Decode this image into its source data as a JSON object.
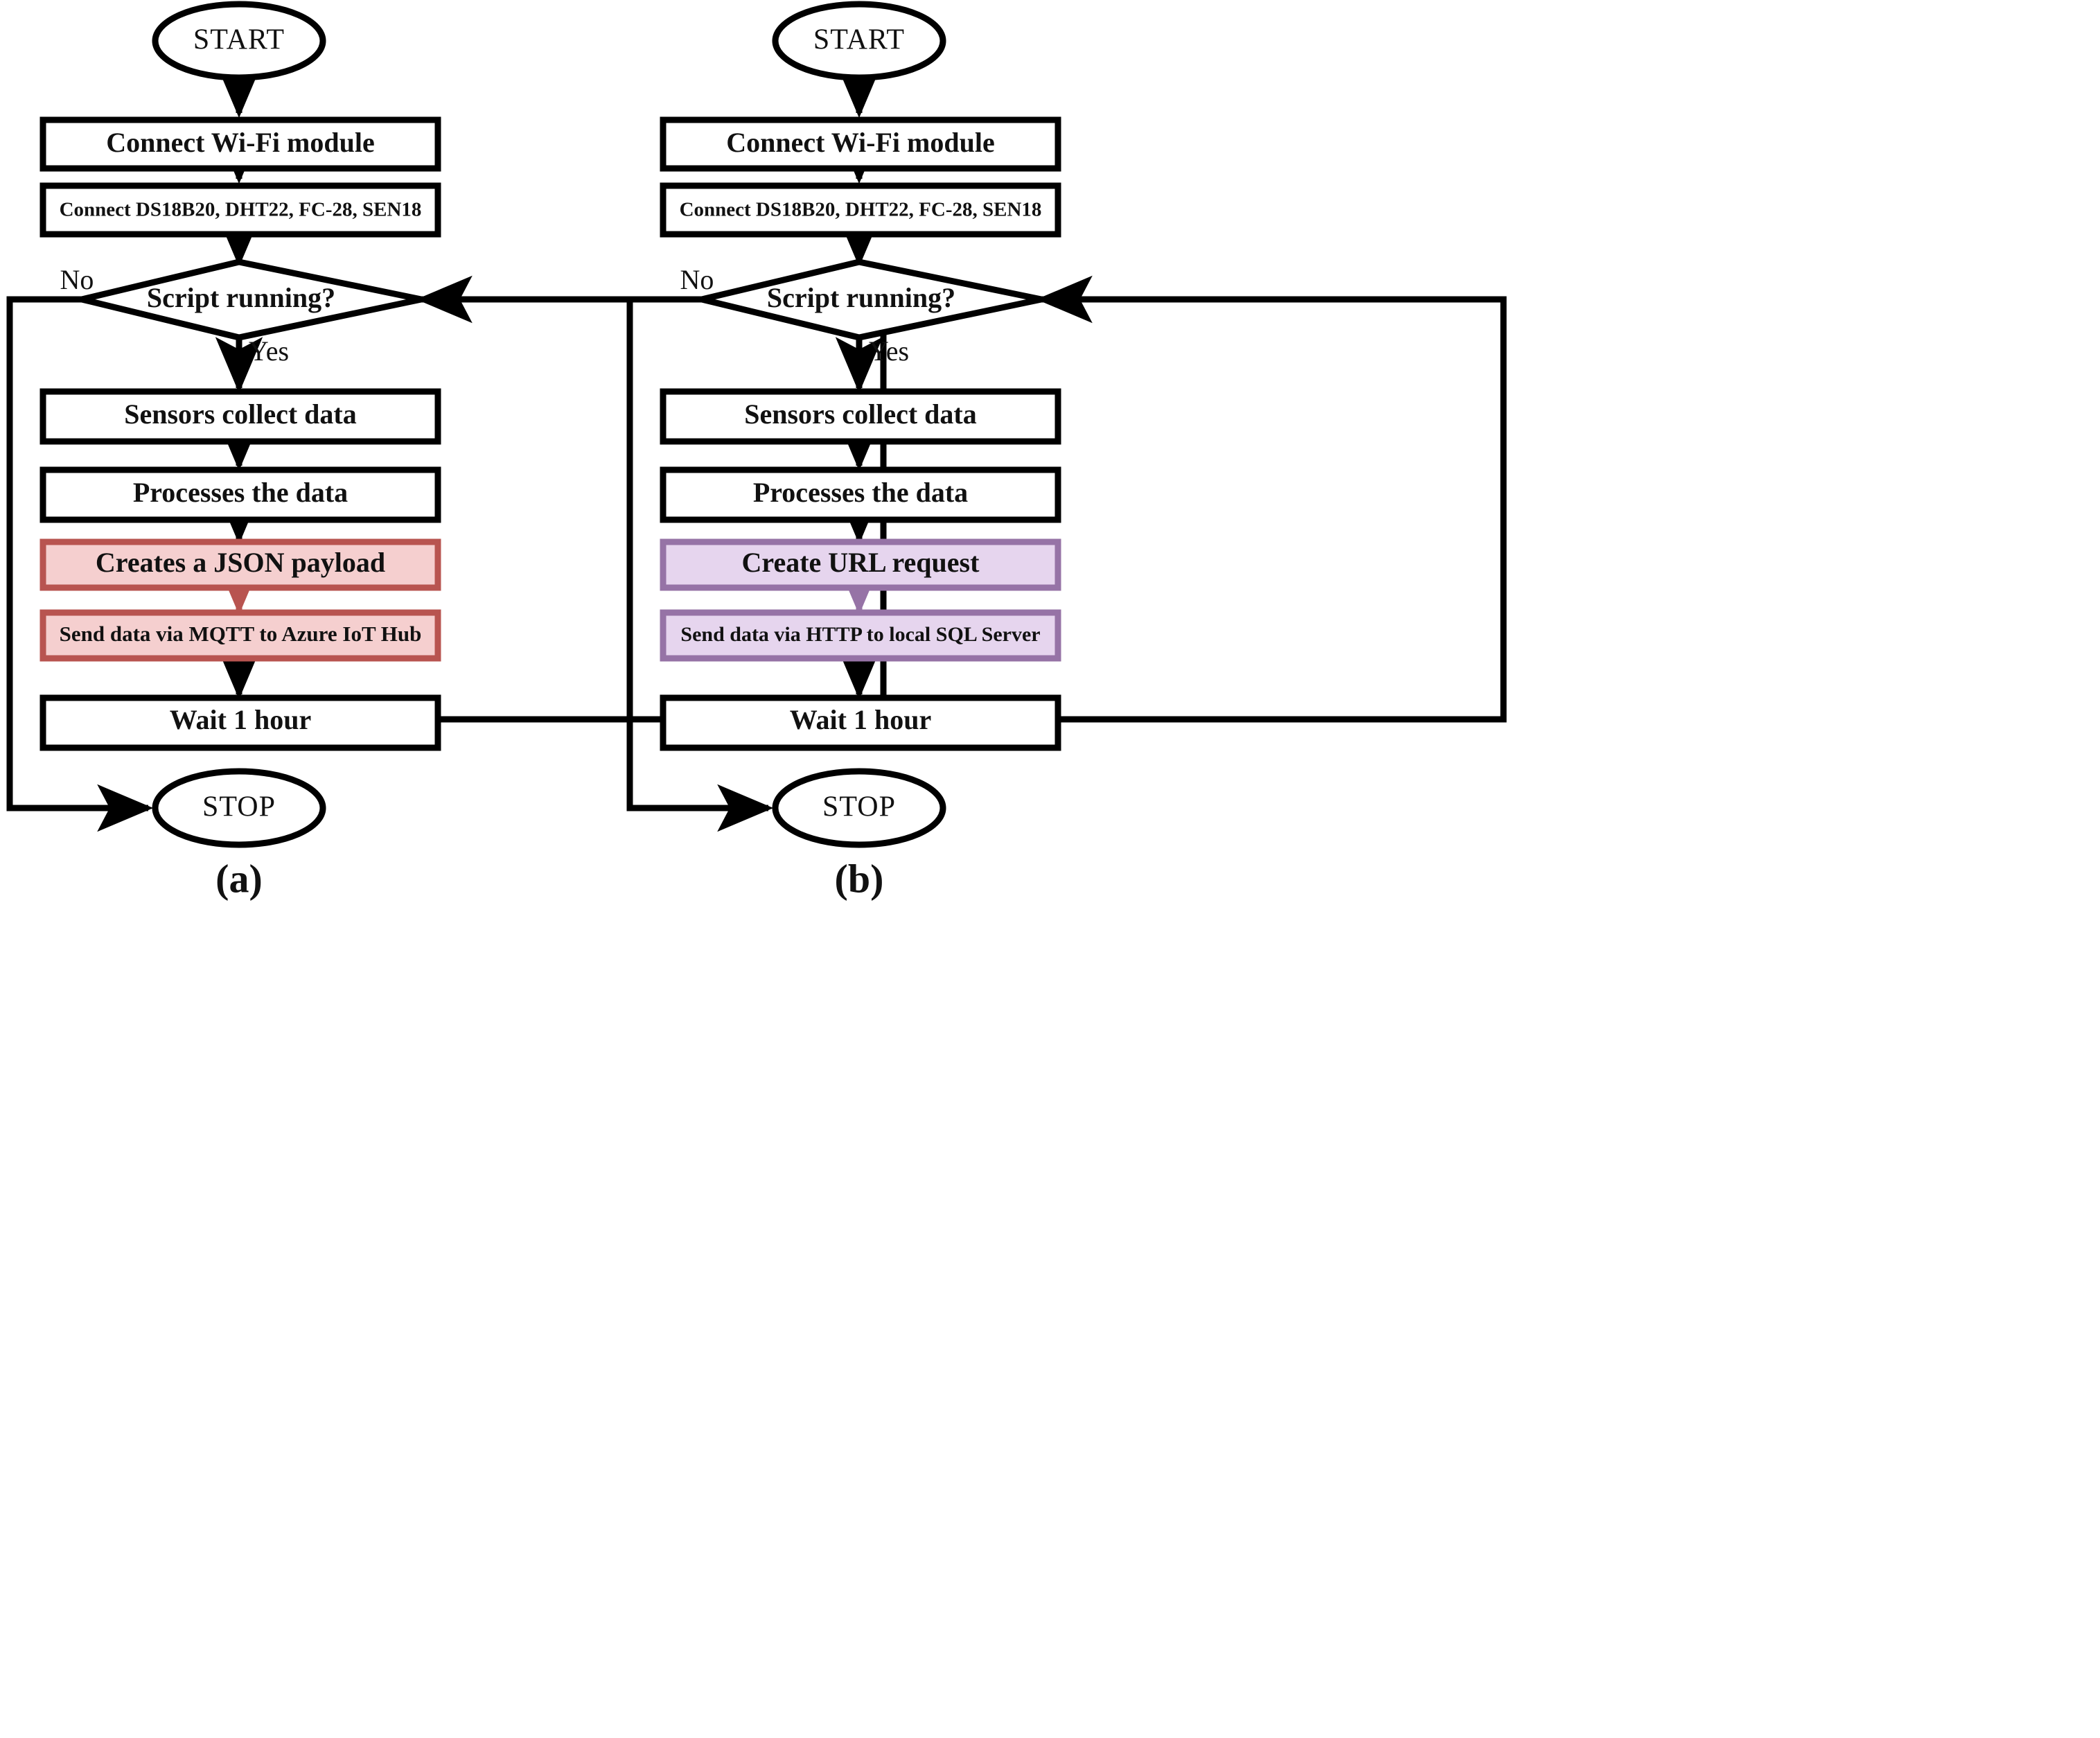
{
  "figure": {
    "type": "flowchart",
    "description": "Two parallel IoT data-logging flowcharts",
    "panels": [
      {
        "id": "a",
        "caption": "(a)",
        "accent_fill": "#F5CFCF",
        "accent_stroke": "#B85450",
        "nodes": [
          {
            "id": "start",
            "shape": "terminator",
            "label": "START"
          },
          {
            "id": "wifi",
            "shape": "process",
            "label": "Connect Wi-Fi module"
          },
          {
            "id": "sensors",
            "shape": "process",
            "label": "Connect DS18B20, DHT22, FC-28, SEN18"
          },
          {
            "id": "decide",
            "shape": "decision",
            "label": "Script running?"
          },
          {
            "id": "collect",
            "shape": "process",
            "label": "Sensors collect data"
          },
          {
            "id": "process",
            "shape": "process",
            "label": "Processes the data"
          },
          {
            "id": "payload",
            "shape": "process",
            "label": "Creates a JSON payload",
            "highlight": true
          },
          {
            "id": "send",
            "shape": "process",
            "label": "Send data via MQTT to Azure IoT Hub",
            "highlight": true
          },
          {
            "id": "wait",
            "shape": "process",
            "label": "Wait 1 hour"
          },
          {
            "id": "stop",
            "shape": "terminator",
            "label": "STOP"
          }
        ],
        "edges": [
          {
            "from": "start",
            "to": "wifi",
            "label": ""
          },
          {
            "from": "wifi",
            "to": "sensors",
            "label": ""
          },
          {
            "from": "sensors",
            "to": "decide",
            "label": ""
          },
          {
            "from": "decide",
            "to": "stop",
            "label": "No"
          },
          {
            "from": "decide",
            "to": "collect",
            "label": "Yes"
          },
          {
            "from": "collect",
            "to": "process",
            "label": ""
          },
          {
            "from": "process",
            "to": "payload",
            "label": ""
          },
          {
            "from": "payload",
            "to": "send",
            "label": "",
            "accent": true
          },
          {
            "from": "send",
            "to": "wait",
            "label": ""
          },
          {
            "from": "wait",
            "to": "decide",
            "label": ""
          }
        ]
      },
      {
        "id": "b",
        "caption": "(b)",
        "accent_fill": "#E6D5EE",
        "accent_stroke": "#9673A6",
        "nodes": [
          {
            "id": "start",
            "shape": "terminator",
            "label": "START"
          },
          {
            "id": "wifi",
            "shape": "process",
            "label": "Connect Wi-Fi module"
          },
          {
            "id": "sensors",
            "shape": "process",
            "label": "Connect DS18B20, DHT22, FC-28, SEN18"
          },
          {
            "id": "decide",
            "shape": "decision",
            "label": "Script running?"
          },
          {
            "id": "collect",
            "shape": "process",
            "label": "Sensors collect data"
          },
          {
            "id": "process",
            "shape": "process",
            "label": "Processes the data"
          },
          {
            "id": "payload",
            "shape": "process",
            "label": "Create URL request",
            "highlight": true
          },
          {
            "id": "send",
            "shape": "process",
            "label": "Send data via HTTP to local SQL Server",
            "highlight": true
          },
          {
            "id": "wait",
            "shape": "process",
            "label": "Wait 1 hour"
          },
          {
            "id": "stop",
            "shape": "terminator",
            "label": "STOP"
          }
        ],
        "edges": [
          {
            "from": "start",
            "to": "wifi",
            "label": ""
          },
          {
            "from": "wifi",
            "to": "sensors",
            "label": ""
          },
          {
            "from": "sensors",
            "to": "decide",
            "label": ""
          },
          {
            "from": "decide",
            "to": "stop",
            "label": "No"
          },
          {
            "from": "decide",
            "to": "collect",
            "label": "Yes"
          },
          {
            "from": "collect",
            "to": "process",
            "label": ""
          },
          {
            "from": "process",
            "to": "payload",
            "label": ""
          },
          {
            "from": "payload",
            "to": "send",
            "label": "",
            "accent": true
          },
          {
            "from": "send",
            "to": "wait",
            "label": ""
          },
          {
            "from": "wait",
            "to": "decide",
            "label": ""
          }
        ]
      }
    ]
  },
  "panel_a": {
    "caption": "(a)",
    "start": "START",
    "wifi": "Connect Wi-Fi module",
    "sensors": "Connect DS18B20, DHT22, FC-28, SEN18",
    "decide": "Script running?",
    "no_label": "No",
    "yes_label": "Yes",
    "collect": "Sensors collect data",
    "process": "Processes the data",
    "payload": "Creates a JSON payload",
    "send": "Send data via MQTT to Azure IoT Hub",
    "wait": "Wait 1 hour",
    "stop": "STOP"
  },
  "panel_b": {
    "caption": "(b)",
    "start": "START",
    "wifi": "Connect Wi-Fi module",
    "sensors": "Connect DS18B20, DHT22, FC-28, SEN18",
    "decide": "Script running?",
    "no_label": "No",
    "yes_label": "Yes",
    "collect": "Sensors collect data",
    "process": "Processes the data",
    "payload": "Create URL request",
    "send": "Send data via HTTP to local SQL Server",
    "wait": "Wait 1 hour",
    "stop": "STOP"
  },
  "colors": {
    "stroke": "#000000",
    "background": "#FFFFFF",
    "accent_a_fill": "#F5CFCF",
    "accent_a_stroke": "#B85450",
    "accent_b_fill": "#E6D5EE",
    "accent_b_stroke": "#9673A6"
  }
}
